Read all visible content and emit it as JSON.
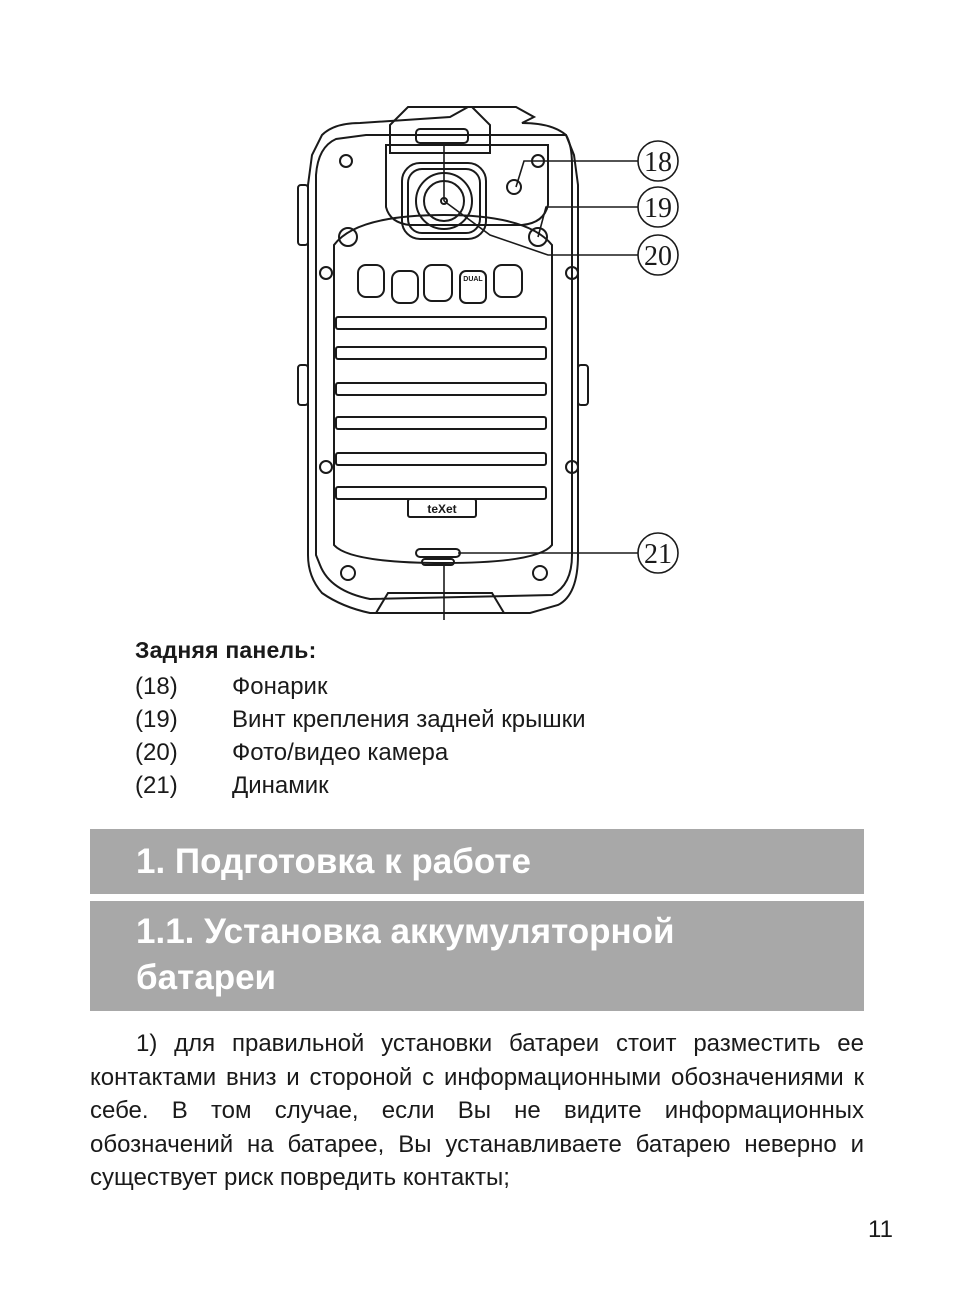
{
  "figure": {
    "brand": "teXet",
    "dual_label": "DUAL",
    "callouts": [
      "18",
      "19",
      "20",
      "21"
    ]
  },
  "legend": {
    "title": "Задняя панель:",
    "items": [
      {
        "num": "(18)",
        "label": "Фонарик"
      },
      {
        "num": "(19)",
        "label": "Винт крепления задней крышки"
      },
      {
        "num": "(20)",
        "label": "Фото/видео камера"
      },
      {
        "num": "(21)",
        "label": "Динамик"
      }
    ]
  },
  "sections": {
    "h1": "1. Подготовка к работе",
    "h2_line1": "1.1. Установка аккумуляторной",
    "h2_line2": "батареи"
  },
  "body": {
    "paragraph": "1) для правильной установки батареи стоит разместить ее контактами вниз и стороной с информационными обозначениями к себе. В том случае, если Вы не видите информационных обозначений на батарее, Вы устанавливаете батарею неверно и существует риск повредить контакты;"
  },
  "page_number": "11",
  "colors": {
    "section_bar": "#a8a8a8",
    "text": "#1a1a1a"
  }
}
